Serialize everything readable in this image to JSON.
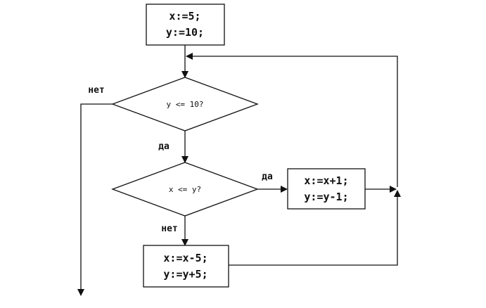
{
  "blocks": {
    "init": [
      "x:=5;",
      "y:=10;"
    ],
    "cond_outer": "y <= 10?",
    "cond_inner": "x <= y?",
    "update_yes": [
      "x:=x+1;",
      "y:=y-1;"
    ],
    "update_no": [
      "x:=x-5;",
      "y:=y+5;"
    ]
  },
  "labels": {
    "outer_no": "нет",
    "outer_yes": "да",
    "inner_yes": "да",
    "inner_no": "нет"
  }
}
